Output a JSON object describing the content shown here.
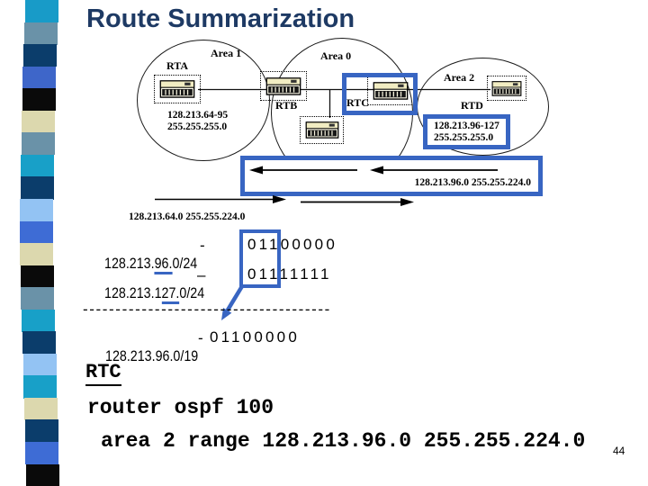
{
  "slide": {
    "title": "Route Summarization",
    "page_number": "44"
  },
  "colors": {
    "accent_blue": "#3865C2",
    "title_navy": "#1E3A64"
  },
  "ribbon": {
    "colors": [
      "#189BC8",
      "#6A92A8",
      "#0B3D6B",
      "#3E66C9",
      "#0A0A0A",
      "#DCD8AE",
      "#6A92A8",
      "#18A0C8",
      "#0B3D6B",
      "#93C3F3",
      "#3E6CD5",
      "#DCD8AE",
      "#0A0A0A",
      "#6A92A8",
      "#18A0C8",
      "#0B3D6B",
      "#93C3F3",
      "#18A0C8",
      "#DCD8AE",
      "#0B3D6B",
      "#3E6CD5",
      "#0A0A0A"
    ]
  },
  "diagram": {
    "area1_label": "Area 1",
    "area0_label": "Area 0",
    "area2_label": "Area 2",
    "rta_label": "RTA",
    "rtb_label": "RTB",
    "rtc_label": "RTC",
    "rtd_label": "RTD",
    "area1_range_line1": "128.213.64-95",
    "area1_range_line2": "255.255.255.0",
    "area2_range_line1": "128.213.96-127",
    "area2_range_line2": "255.255.255.0",
    "summary_to_backbone": "128.213.96.0 255.255.224.0",
    "summary_from_area1": "128.213.64.0 255.255.224.0"
  },
  "work": {
    "line1_prefix": "128.213.",
    "line1_underlined": "96.",
    "line1_suffix": "0/24",
    "line1_dash": "-",
    "line1_binary": "01100000",
    "line2_prefix": "128.213.1",
    "line2_underlined": "27.",
    "line2_suffix": "0/24",
    "line2_dash": "–",
    "line2_binary": "01111111",
    "separator": "--------------------------------------",
    "line3_ip": "128.213.96.0/19",
    "line3_dash": "-",
    "line3_binary": "01100000"
  },
  "config": {
    "heading": "RTC",
    "line1": "router ospf 100",
    "line2": "area 2 range 128.213.96.0 255.255.224.0"
  }
}
